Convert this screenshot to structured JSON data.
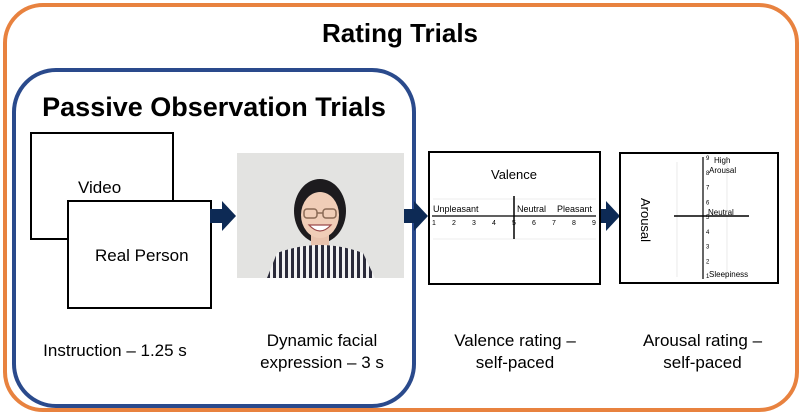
{
  "outer": {
    "title": "Rating Trials"
  },
  "inner": {
    "title": "Passive Observation Trials"
  },
  "instruction": {
    "video_label": "Video",
    "real_person_label": "Real Person",
    "caption": "Instruction – 1.25 s"
  },
  "stimulus": {
    "caption_line1": "Dynamic facial",
    "caption_line2": "expression – 3 s"
  },
  "valence": {
    "title": "Valence",
    "left_label": "Unpleasant",
    "mid_label": "Neutral",
    "right_label": "Pleasant",
    "ticks": [
      "1",
      "2",
      "3",
      "4",
      "5",
      "6",
      "7",
      "8",
      "9"
    ],
    "caption_line1": "Valence rating –",
    "caption_line2": "self-paced"
  },
  "arousal": {
    "title": "Arousal",
    "top_label_line1": "High",
    "top_label_line2": "Arousal",
    "mid_label": "Neutral",
    "bottom_label": "Sleepiness",
    "ticks": [
      "9",
      "8",
      "7",
      "6",
      "5",
      "4",
      "3",
      "2",
      "1"
    ],
    "caption_line1": "Arousal rating –",
    "caption_line2": "self-paced"
  },
  "colors": {
    "outer_frame": "#e8823f",
    "inner_frame": "#2a4a8c",
    "arrow": "#0d2a55"
  }
}
